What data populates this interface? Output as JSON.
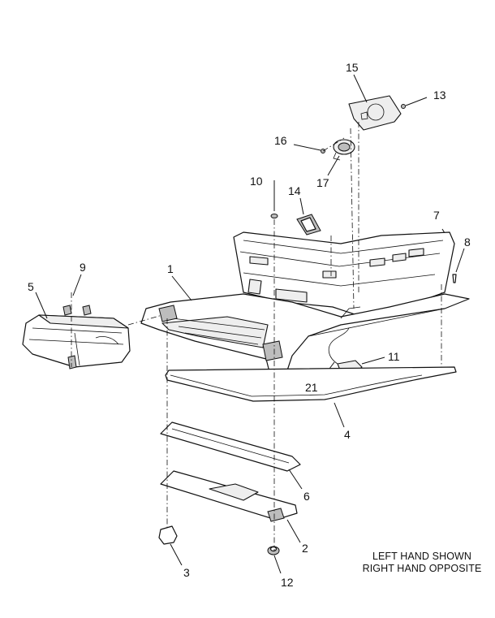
{
  "callouts": {
    "c1": "1",
    "c2": "2",
    "c3": "3",
    "c4": "4",
    "c5": "5",
    "c6": "6",
    "c7": "7",
    "c8": "8",
    "c9": "9",
    "c10": "10",
    "c11": "11",
    "c12": "12",
    "c13": "13",
    "c14": "14",
    "c15": "15",
    "c16": "16",
    "c17": "17",
    "c21": "21"
  },
  "note": {
    "line1": "LEFT HAND SHOWN",
    "line2": "RIGHT HAND OPPOSITE"
  }
}
